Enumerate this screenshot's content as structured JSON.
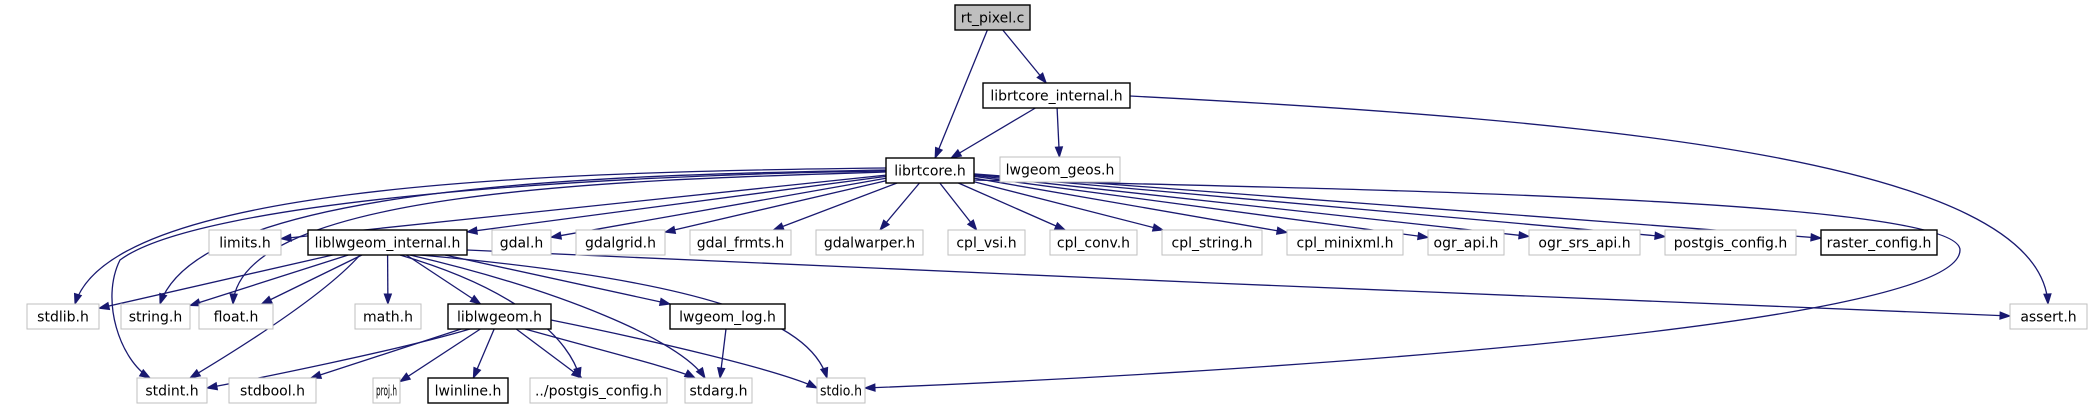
{
  "diagram": {
    "type": "include-dependency-graph",
    "colors": {
      "edge": "#191970",
      "root_fill": "#bfbfbf",
      "missing_border": "#bfbfbf",
      "documented_border": "#000000"
    },
    "nodes": [
      {
        "id": "rt_pixel_c",
        "label": "rt_pixel.c",
        "kind": "root"
      },
      {
        "id": "librtcore_internal_h",
        "label": "librtcore_internal.h",
        "kind": "documented"
      },
      {
        "id": "librtcore_h",
        "label": "librtcore.h",
        "kind": "documented"
      },
      {
        "id": "lwgeom_geos_h",
        "label": "lwgeom_geos.h",
        "kind": "missing"
      },
      {
        "id": "limits_h",
        "label": "limits.h",
        "kind": "missing"
      },
      {
        "id": "liblwgeom_internal_h",
        "label": "liblwgeom_internal.h",
        "kind": "documented"
      },
      {
        "id": "gdal_h",
        "label": "gdal.h",
        "kind": "missing"
      },
      {
        "id": "gdalgrid_h",
        "label": "gdalgrid.h",
        "kind": "missing"
      },
      {
        "id": "gdal_frmts_h",
        "label": "gdal_frmts.h",
        "kind": "missing"
      },
      {
        "id": "gdalwarper_h",
        "label": "gdalwarper.h",
        "kind": "missing"
      },
      {
        "id": "cpl_vsi_h",
        "label": "cpl_vsi.h",
        "kind": "missing"
      },
      {
        "id": "cpl_conv_h",
        "label": "cpl_conv.h",
        "kind": "missing"
      },
      {
        "id": "cpl_string_h",
        "label": "cpl_string.h",
        "kind": "missing"
      },
      {
        "id": "cpl_minixml_h",
        "label": "cpl_minixml.h",
        "kind": "missing"
      },
      {
        "id": "ogr_api_h",
        "label": "ogr_api.h",
        "kind": "missing"
      },
      {
        "id": "ogr_srs_api_h",
        "label": "ogr_srs_api.h",
        "kind": "missing"
      },
      {
        "id": "postgis_config_h",
        "label": "postgis_config.h",
        "kind": "missing"
      },
      {
        "id": "raster_config_h",
        "label": "raster_config.h",
        "kind": "documented"
      },
      {
        "id": "stdlib_h",
        "label": "stdlib.h",
        "kind": "missing"
      },
      {
        "id": "string_h",
        "label": "string.h",
        "kind": "missing"
      },
      {
        "id": "float_h",
        "label": "float.h",
        "kind": "missing"
      },
      {
        "id": "math_h",
        "label": "math.h",
        "kind": "missing"
      },
      {
        "id": "liblwgeom_h",
        "label": "liblwgeom.h",
        "kind": "documented"
      },
      {
        "id": "lwgeom_log_h",
        "label": "lwgeom_log.h",
        "kind": "documented"
      },
      {
        "id": "assert_h",
        "label": "assert.h",
        "kind": "missing"
      },
      {
        "id": "stdint_h",
        "label": "stdint.h",
        "kind": "missing"
      },
      {
        "id": "stdbool_h",
        "label": "stdbool.h",
        "kind": "missing"
      },
      {
        "id": "proj_h",
        "label": "proj.h",
        "kind": "missing"
      },
      {
        "id": "lwinline_h",
        "label": "lwinline.h",
        "kind": "documented"
      },
      {
        "id": "dotdot_postgis_config_h",
        "label": "../postgis_config.h",
        "kind": "missing"
      },
      {
        "id": "stdarg_h",
        "label": "stdarg.h",
        "kind": "missing"
      },
      {
        "id": "stdio_h",
        "label": "stdio.h",
        "kind": "missing"
      }
    ],
    "edges": [
      [
        "rt_pixel_c",
        "librtcore_h"
      ],
      [
        "rt_pixel_c",
        "librtcore_internal_h"
      ],
      [
        "librtcore_internal_h",
        "librtcore_h"
      ],
      [
        "librtcore_internal_h",
        "lwgeom_geos_h"
      ],
      [
        "librtcore_internal_h",
        "assert_h"
      ],
      [
        "librtcore_h",
        "stdint_h"
      ],
      [
        "librtcore_h",
        "stdlib_h"
      ],
      [
        "librtcore_h",
        "string_h"
      ],
      [
        "librtcore_h",
        "float_h"
      ],
      [
        "librtcore_h",
        "limits_h"
      ],
      [
        "librtcore_h",
        "liblwgeom_internal_h"
      ],
      [
        "librtcore_h",
        "gdal_h"
      ],
      [
        "librtcore_h",
        "gdalgrid_h"
      ],
      [
        "librtcore_h",
        "gdal_frmts_h"
      ],
      [
        "librtcore_h",
        "gdalwarper_h"
      ],
      [
        "librtcore_h",
        "cpl_vsi_h"
      ],
      [
        "librtcore_h",
        "cpl_conv_h"
      ],
      [
        "librtcore_h",
        "cpl_string_h"
      ],
      [
        "librtcore_h",
        "cpl_minixml_h"
      ],
      [
        "librtcore_h",
        "ogr_api_h"
      ],
      [
        "librtcore_h",
        "ogr_srs_api_h"
      ],
      [
        "librtcore_h",
        "postgis_config_h"
      ],
      [
        "librtcore_h",
        "raster_config_h"
      ],
      [
        "librtcore_h",
        "stdio_h"
      ],
      [
        "liblwgeom_internal_h",
        "stdlib_h"
      ],
      [
        "liblwgeom_internal_h",
        "string_h"
      ],
      [
        "liblwgeom_internal_h",
        "float_h"
      ],
      [
        "liblwgeom_internal_h",
        "math_h"
      ],
      [
        "liblwgeom_internal_h",
        "liblwgeom_h"
      ],
      [
        "liblwgeom_internal_h",
        "lwgeom_log_h"
      ],
      [
        "liblwgeom_internal_h",
        "assert_h"
      ],
      [
        "liblwgeom_internal_h",
        "stdint_h"
      ],
      [
        "liblwgeom_internal_h",
        "dotdot_postgis_config_h"
      ],
      [
        "liblwgeom_internal_h",
        "stdarg_h"
      ],
      [
        "liblwgeom_internal_h",
        "stdio_h"
      ],
      [
        "liblwgeom_h",
        "stdint_h"
      ],
      [
        "liblwgeom_h",
        "stdbool_h"
      ],
      [
        "liblwgeom_h",
        "proj_h"
      ],
      [
        "liblwgeom_h",
        "lwinline_h"
      ],
      [
        "liblwgeom_h",
        "dotdot_postgis_config_h"
      ],
      [
        "liblwgeom_h",
        "stdarg_h"
      ],
      [
        "liblwgeom_h",
        "stdio_h"
      ],
      [
        "lwgeom_log_h",
        "stdarg_h"
      ]
    ]
  }
}
